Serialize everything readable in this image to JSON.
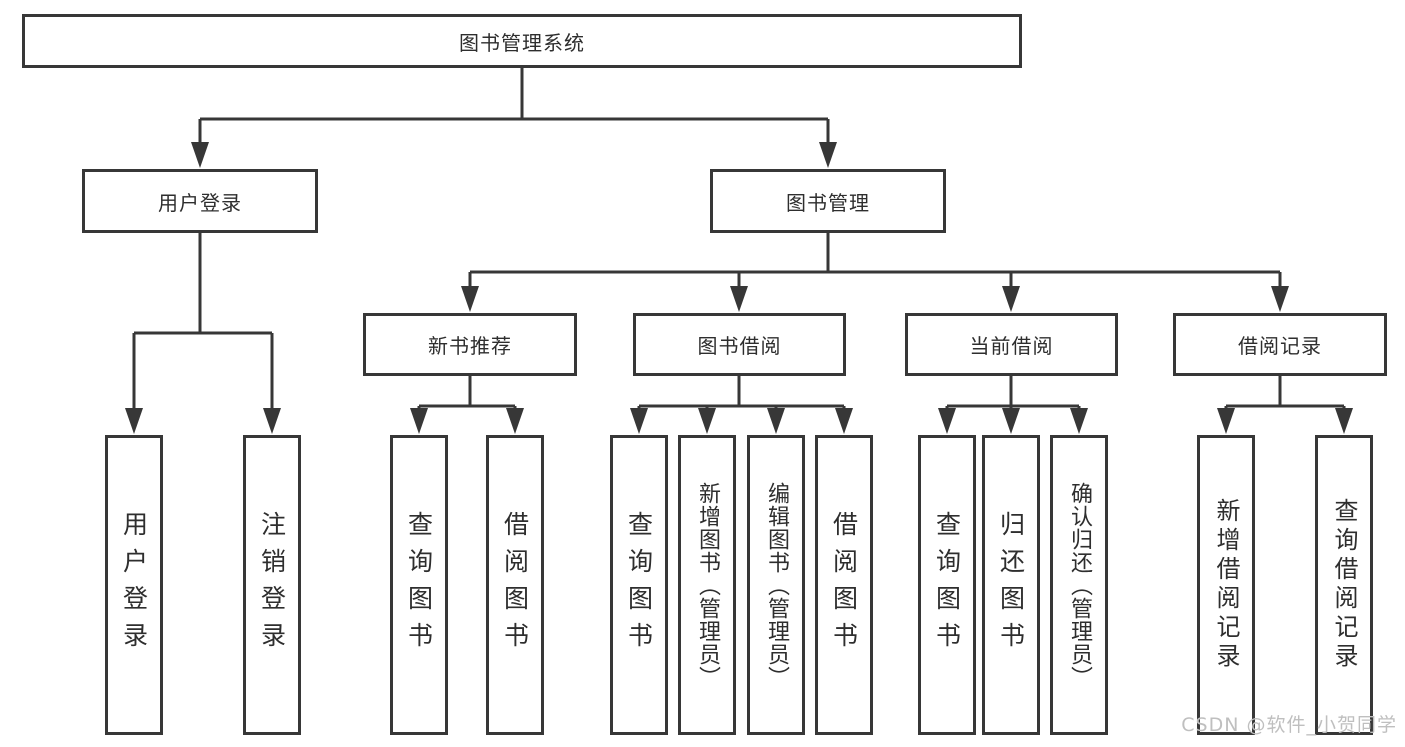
{
  "colors": {
    "line": "#373737",
    "box_border": "#373737",
    "box_background": "#ffffff",
    "text": "#2e2e2e",
    "watermark": "#bfbfbf"
  },
  "root": {
    "label": "图书管理系统"
  },
  "level2": {
    "user_login": {
      "label": "用户登录"
    },
    "book_mgmt": {
      "label": "图书管理"
    }
  },
  "level3": {
    "new_books": {
      "label": "新书推荐"
    },
    "borrow": {
      "label": "图书借阅"
    },
    "current": {
      "label": "当前借阅"
    },
    "records": {
      "label": "借阅记录"
    }
  },
  "leaves": {
    "user_login": [
      "用户登录",
      "注销登录"
    ],
    "new_books": [
      "查询图书",
      "借阅图书"
    ],
    "borrow": [
      "查询图书",
      "新增图书（管理员）",
      "编辑图书（管理员）",
      "借阅图书"
    ],
    "current": [
      "查询图书",
      "归还图书",
      "确认归还（管理员）"
    ],
    "records": [
      "新增借阅记录",
      "查询借阅记录"
    ]
  },
  "watermark": "CSDN @软件_小贺同学"
}
